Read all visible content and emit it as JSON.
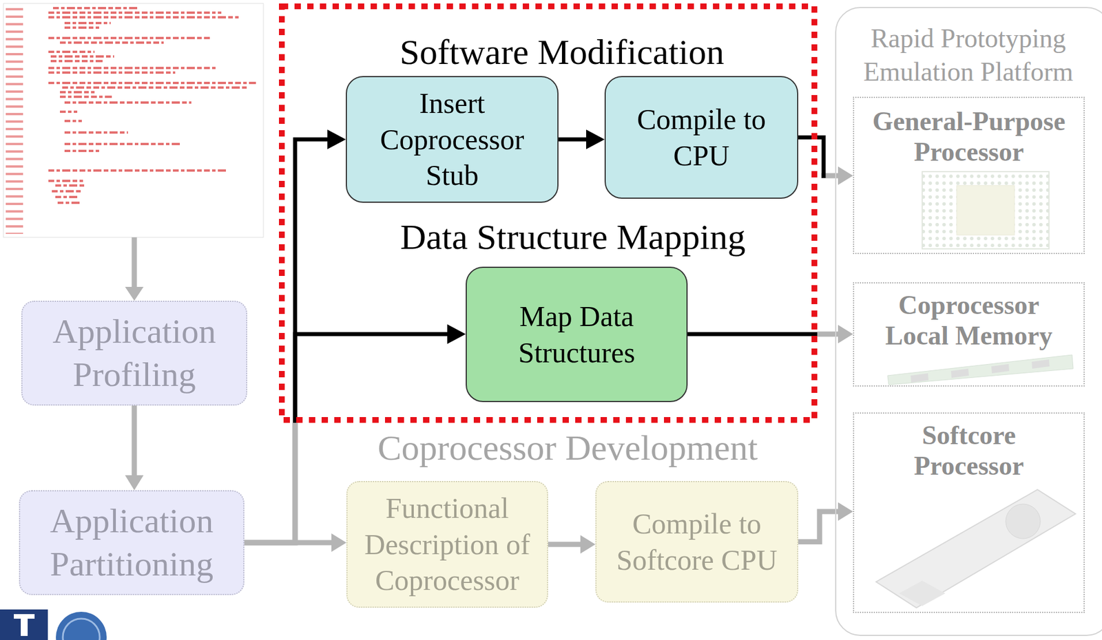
{
  "diagram": {
    "nodes": [
      {
        "text": [
          "Application Profiling"
        ]
      },
      {
        "text": [
          "Application Partitioning"
        ]
      },
      {
        "text": [
          "Software Modification",
          "Data Structure Mapping"
        ]
      },
      {
        "text": [
          "Insert Coprocessor Stub"
        ],
        "in": 2
      },
      {
        "text": [
          "Compile to CPU"
        ],
        "in": 2
      },
      {
        "text": [
          "Map Data Structures"
        ],
        "in": 2
      },
      {
        "text": [
          "Functional Description of Coprocessor"
        ]
      },
      {
        "text": [
          "Compile to Softcore CPU"
        ]
      },
      {
        "text": [
          "Rapid Prototyping Emulation Platform"
        ]
      },
      {
        "text": [
          "General-Purpose Processor"
        ],
        "in": 8
      },
      {
        "text": [
          "Coprocessor Local Memory"
        ],
        "in": 8
      },
      {
        "text": [
          "Softcore Processor"
        ],
        "in": 8
      }
    ],
    "edges": [
      {
        "from": 0,
        "to": 1,
        "arrow": "to"
      },
      {
        "from": 1,
        "to": 3,
        "arrow": "to"
      },
      {
        "from": 1,
        "to": 5,
        "arrow": "to"
      },
      {
        "from": 1,
        "to": 6,
        "arrow": "to"
      },
      {
        "from": 3,
        "to": 4,
        "arrow": "to"
      },
      {
        "from": 4,
        "to": 9,
        "arrow": "to"
      },
      {
        "from": 5,
        "to": 10,
        "arrow": "to"
      },
      {
        "from": 6,
        "to": 7,
        "arrow": "to"
      },
      {
        "from": 7,
        "to": 11,
        "arrow": "to"
      }
    ],
    "labels": [
      "Coprocessor Development"
    ]
  }
}
